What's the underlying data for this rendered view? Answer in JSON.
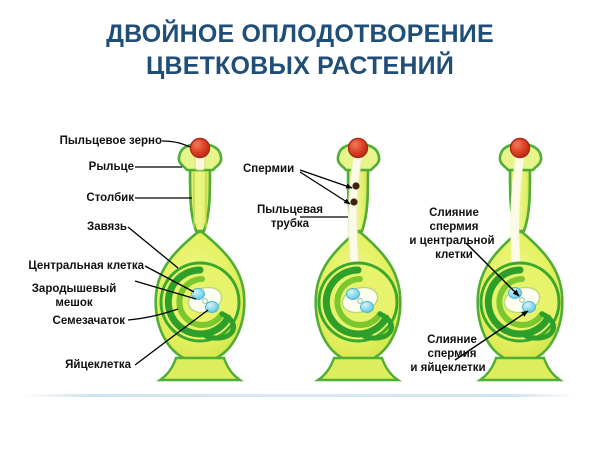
{
  "title": {
    "line1": "ДВОЙНОЕ ОПЛОДОТВОРЕНИЕ",
    "line2": "ЦВЕТКОВЫХ РАСТЕНИЙ",
    "color": "#1f4e79"
  },
  "labels": {
    "pollen_grain": "Пыльцевое зерно",
    "stigma": "Рыльце",
    "style": "Столбик",
    "ovary": "Завязь",
    "central_cell": "Центральная клетка",
    "embryo_sac_l1": "Зародышевый",
    "embryo_sac_l2": "мешок",
    "ovule": "Семезачаток",
    "egg_cell": "Яйцеклетка",
    "sperms": "Спермии",
    "pollen_tube_l1": "Пыльцевая",
    "pollen_tube_l2": "трубка",
    "fusion_central_l1": "Слияние",
    "fusion_central_l2": "спермия",
    "fusion_central_l3": "и центральной",
    "fusion_central_l4": "клетки",
    "fusion_egg_l1": "Слияние",
    "fusion_egg_l2": "спермия",
    "fusion_egg_l3": "и яйцеклетки"
  },
  "colors": {
    "pistil_fill_light": "#e3f06a",
    "pistil_fill_mid": "#d7e84f",
    "pistil_outline": "#4fae33",
    "pistil_inner_band": "#9fd13f",
    "ovule_ring_dark": "#2fa02c",
    "ovule_ring_mid": "#7cc832",
    "embryo_sac_fill": "#fdfdf2",
    "cell_blue": "#8fd8ee",
    "pollen_grain": "#dd3b28",
    "pollen_tube": "#f7f4d8",
    "sperm_dot": "#3a2410",
    "leader_line": "#000000",
    "rule": "#cfe2ef"
  },
  "diagrams": [
    {
      "name": "stage-1-pollination",
      "caption_group": "left",
      "features": [
        "pollen_grain",
        "stigma",
        "style",
        "ovary",
        "ovule",
        "embryo_sac",
        "central_cell",
        "egg_cell"
      ]
    },
    {
      "name": "stage-2-pollen-tube-growth",
      "caption_group": "middle",
      "features": [
        "pollen_tube",
        "sperms",
        "ovary",
        "ovule",
        "embryo_sac"
      ]
    },
    {
      "name": "stage-3-double-fertilization",
      "caption_group": "right",
      "features": [
        "fusion_with_central_cell",
        "fusion_with_egg_cell"
      ]
    }
  ]
}
